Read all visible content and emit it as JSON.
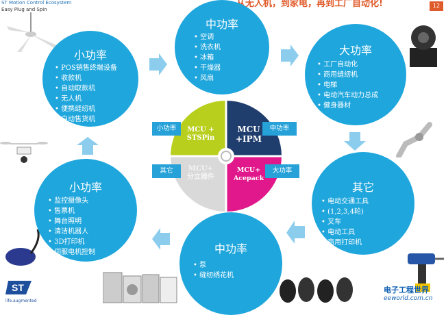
{
  "header": {
    "brand_line1": "ST Motion Control Ecosystem",
    "brand_line2": "Easy Plug and Spin",
    "slogan": "从无人机，到家电，再到工厂自动化!",
    "page_number": "12"
  },
  "circles": {
    "top_left": {
      "title": "小功率",
      "items": [
        "POS销售终端设备",
        "收款机",
        "自动取款机",
        "无人机",
        "便携缝纫机",
        "自动售货机"
      ]
    },
    "top": {
      "title": "中功率",
      "items": [
        "空调",
        "洗衣机",
        "冰箱",
        "干燥器",
        "风扇"
      ]
    },
    "top_right": {
      "title": "大功率",
      "items": [
        "工厂自动化",
        "商用缝纫机",
        "电梯",
        "电动汽车动力总成",
        "健身器材"
      ]
    },
    "bottom_right": {
      "title": "其它",
      "items": [
        "电动交通工具",
        "(1,2,3,4轮)",
        "叉车",
        "电动工具",
        "商用打印机"
      ]
    },
    "bottom": {
      "title": "中功率",
      "items": [
        "泵",
        "缝纫绣花机"
      ]
    },
    "bottom_left": {
      "title": "小功率",
      "items": [
        "监控摄像头",
        "售票机",
        "舞台照明",
        "清洁机器人",
        "3D打印机",
        "伺服电机控制"
      ]
    }
  },
  "center": {
    "q1": "MCU +\nSTSPin",
    "q2": "MCU\n+IPM",
    "q3": "MCU+\n分立器件",
    "q4": "MCU+\nAcepack"
  },
  "tags": {
    "tl": "小功率",
    "tr": "中功率",
    "bl": "其它",
    "br": "大功率"
  },
  "footer": {
    "st_tagline": "life.augmented",
    "watermark_cn": "电子工程世界",
    "watermark_url": "eeworld.com.cn"
  },
  "colors": {
    "circle_blue": "#1fa6dc",
    "q1": "#b8cf1d",
    "q2": "#1f3d6d",
    "q3": "#d9d9d9",
    "q4": "#e0188b",
    "page_badge": "#e05b2b"
  }
}
